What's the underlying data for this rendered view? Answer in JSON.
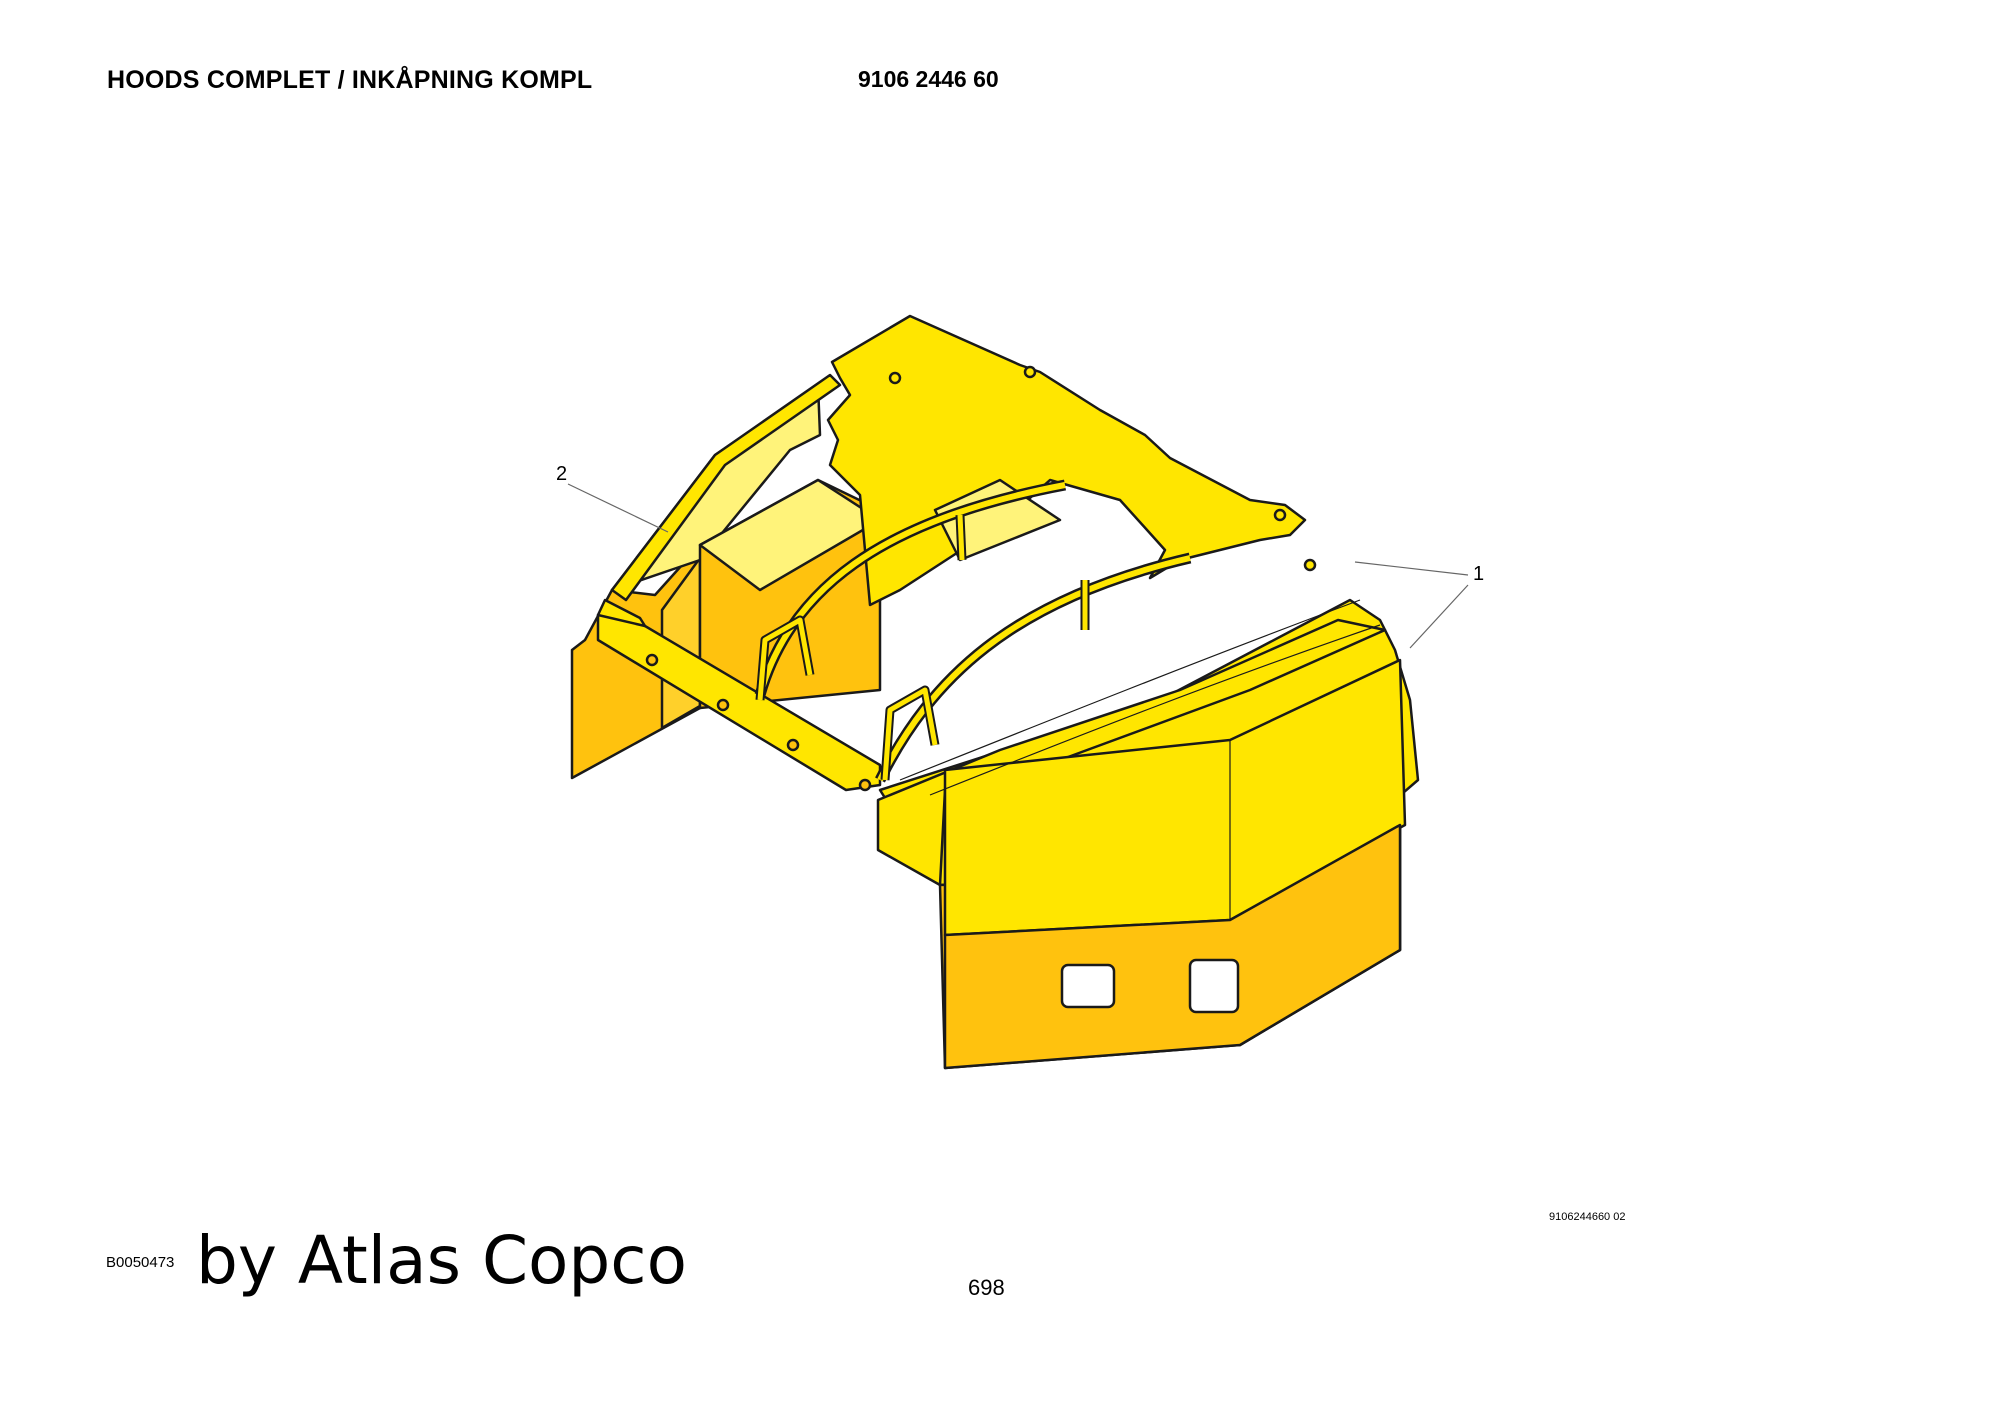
{
  "header": {
    "title": "HOODS COMPLET / INKÅPNING KOMPL",
    "part_number": "9106 2446 60"
  },
  "drawing": {
    "callouts": [
      "1",
      "2"
    ],
    "drawing_reference": "9106244660 02",
    "colors": {
      "yellow": "#FFE600",
      "light_yellow": "#FFF37A",
      "orange": "#FFC20E",
      "outline": "#1A1A1A"
    }
  },
  "footer": {
    "code": "B0050473",
    "brand": "by Atlas Copco",
    "page_number": "698"
  }
}
